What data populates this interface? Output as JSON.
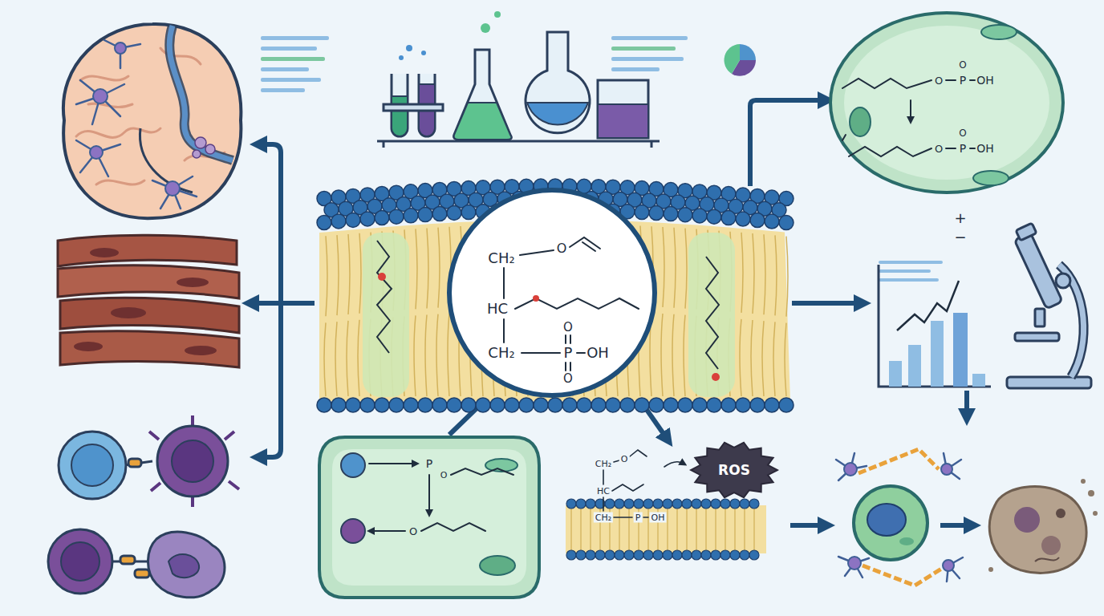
{
  "diagram": {
    "nodes": [
      {
        "text": [
          "ROS"
        ]
      }
    ],
    "labels": [
      "CH₂",
      "O",
      "HC",
      "CH₂",
      "P",
      "OH",
      "O",
      "O",
      "P",
      "OH",
      "O",
      "O",
      "P",
      "OH",
      "O",
      "O",
      "P",
      "O",
      "O",
      "CH₂",
      "O",
      "HC",
      "CH₂",
      "P",
      "OH",
      "+",
      "−"
    ]
  }
}
